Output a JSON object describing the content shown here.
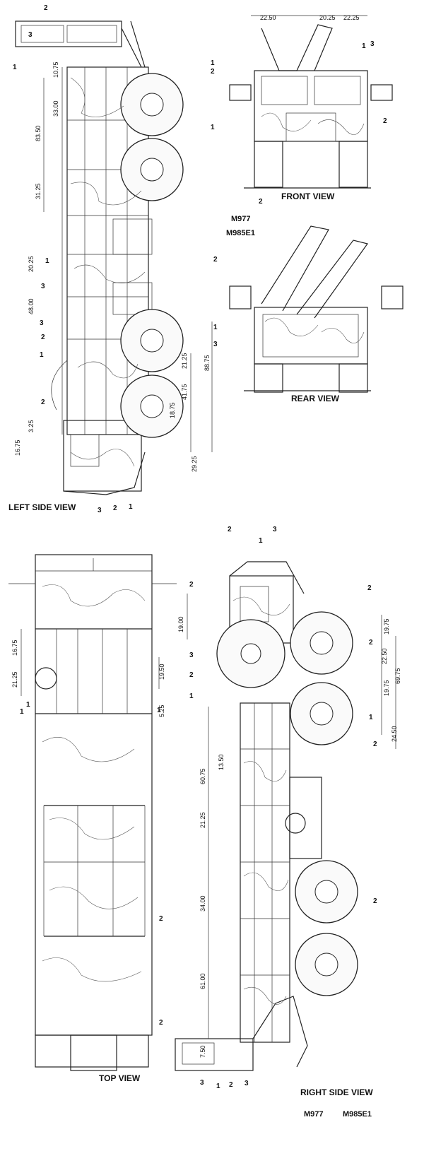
{
  "views": {
    "front": "FRONT VIEW",
    "rear": "REAR VIEW",
    "left_side": "LEFT SIDE VIEW",
    "top": "TOP VIEW",
    "right_side": "RIGHT SIDE VIEW"
  },
  "models": {
    "upper_a": "M977",
    "upper_b": "M985E1",
    "lower_a": "M977",
    "lower_b": "M985E1"
  },
  "dimensions": {
    "left_side": [
      "10.75",
      "33.00",
      "83.50",
      "31.25",
      "20.25",
      "48.00",
      "21.25",
      "88.75",
      "41.75",
      "18.75",
      "3.25",
      "16.75",
      "29.25"
    ],
    "front": [
      "22.50",
      "20.25",
      "22.25"
    ],
    "top": [
      "16.75",
      "21.25",
      "19.50",
      "5.25"
    ],
    "right_side": [
      "19.00",
      "19.75",
      "22.50",
      "19.75",
      "69.75",
      "24.50",
      "13.50",
      "60.75",
      "21.25",
      "34.00",
      "61.00",
      "7.50"
    ]
  },
  "callouts": [
    "1",
    "2",
    "3"
  ]
}
